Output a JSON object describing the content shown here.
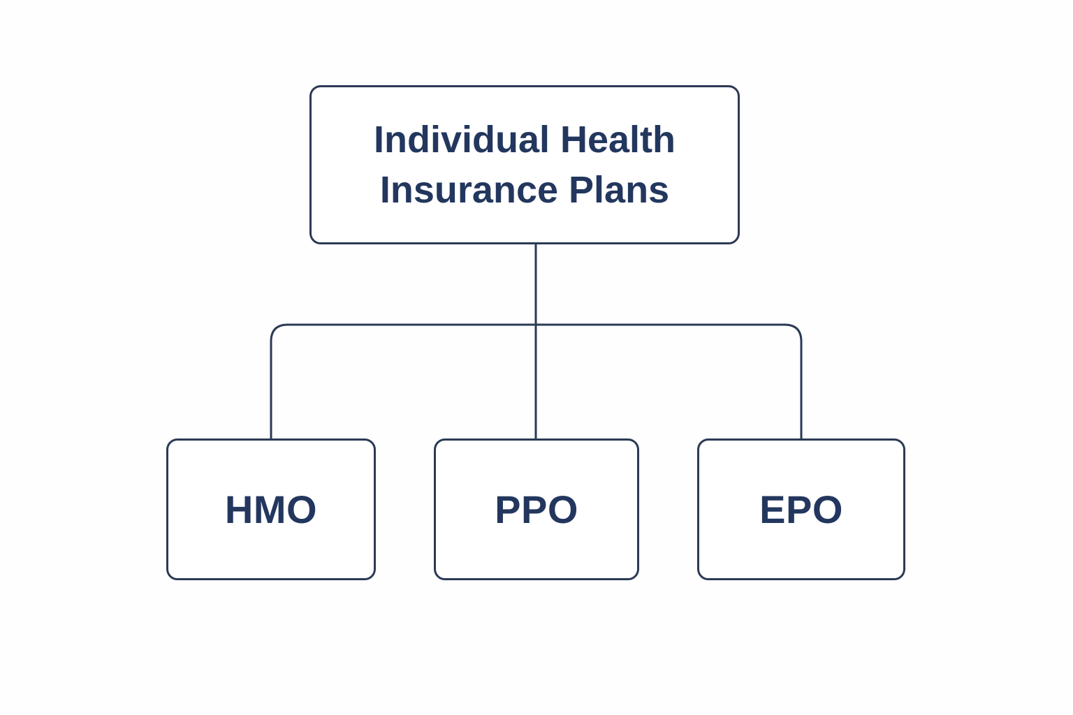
{
  "diagram": {
    "root": {
      "label_line1": "Individual Health",
      "label_line2": "Insurance Plans"
    },
    "children": [
      {
        "label": "HMO"
      },
      {
        "label": "PPO"
      },
      {
        "label": "EPO"
      }
    ]
  },
  "colors": {
    "stroke": "#2b3a55",
    "text": "#23375e",
    "background": "#fefefe"
  }
}
